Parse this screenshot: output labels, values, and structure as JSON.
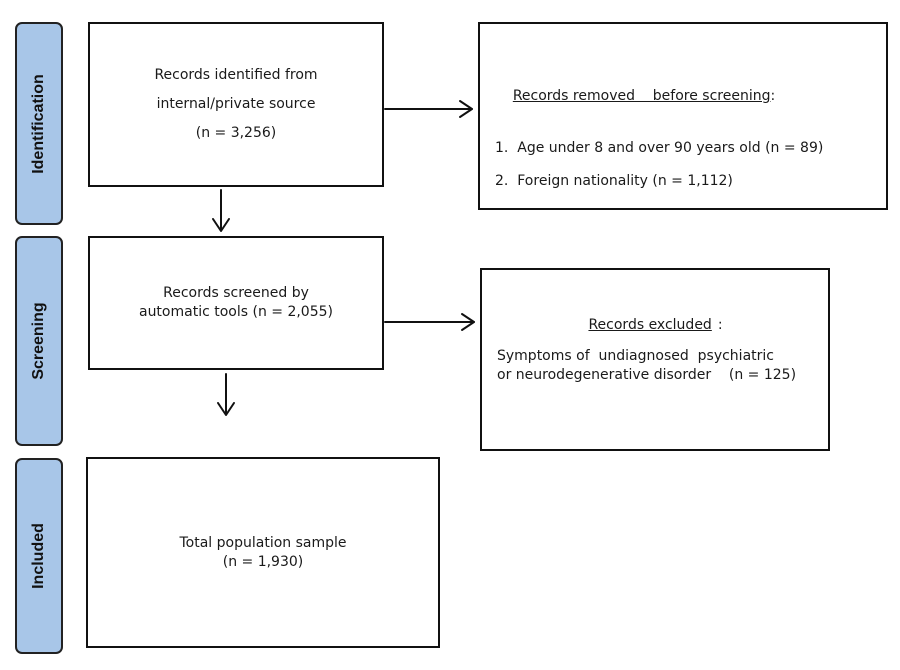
{
  "stages": {
    "identification": "Identification",
    "screening": "Screening",
    "included": "Included"
  },
  "identified": {
    "line1": "Records identified from",
    "line2": "internal/private source",
    "count": "(n = 3,256)"
  },
  "removed": {
    "heading": "Records removed    before screening",
    "colon": ":",
    "items": [
      "1.  Age under 8 and over 90 years old (n = 89)",
      "2.  Foreign nationality (n = 1,112)"
    ]
  },
  "screened": {
    "line1": "Records screened by",
    "line2": "automatic tools (n = 2,055)"
  },
  "excluded": {
    "heading": "Records excluded",
    "colon": ":",
    "line1": "Symptoms of  undiagnosed  psychiatric",
    "line2": "or neurodegenerative disorder    (n = 125)"
  },
  "total": {
    "line1": "Total population sample",
    "line2": "(n = 1,930)"
  }
}
